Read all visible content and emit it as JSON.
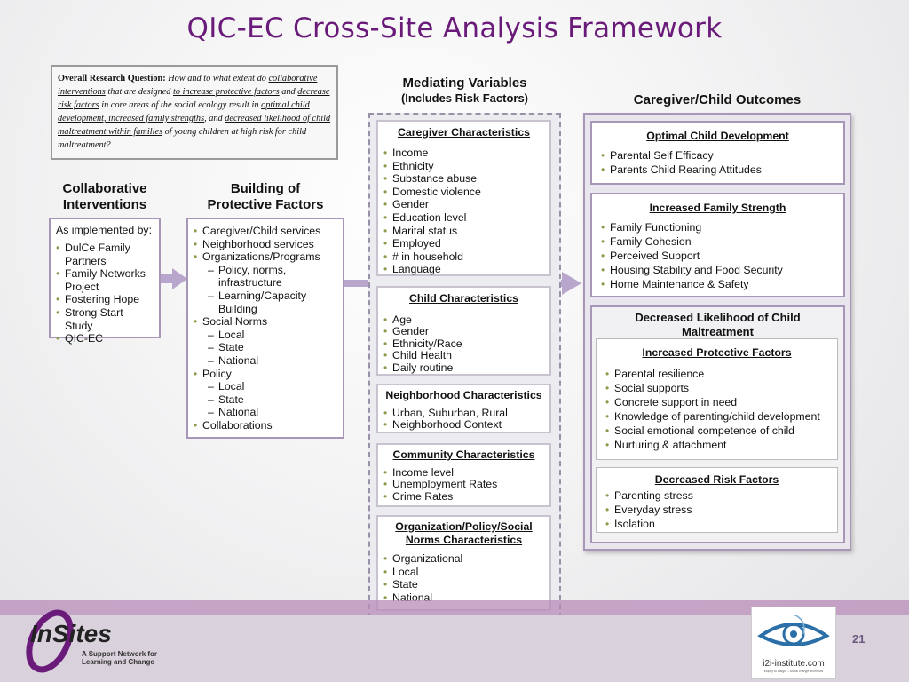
{
  "title": "QIC-EC Cross-Site Analysis Framework",
  "research_question": {
    "label": "Overall Research Question:",
    "seg1": "How and to what extent do",
    "seg2": "collaborative interventions",
    "seg3": "that are designed",
    "seg4": "to increase protective factors",
    "seg5": "and",
    "seg6": "decrease risk factors",
    "seg7": "in core areas of the social ecology result in",
    "seg8": "optimal child development, increased family strengths",
    "seg9": ", and",
    "seg10": "decreased likelihood of child maltreatment within families",
    "seg11": "of young children at high risk for child maltreatment?"
  },
  "collab": {
    "heading_line1": "Collaborative",
    "heading_line2": "Interventions",
    "intro": "As implemented by:",
    "items": [
      "DulCe Family Partners",
      "Family Networks Project",
      "Fostering Hope",
      "Strong Start Study",
      "QIC-EC"
    ]
  },
  "protective": {
    "heading_line1": "Building of",
    "heading_line2": "Protective Factors",
    "items": [
      {
        "t": "Caregiver/Child services",
        "k": "b"
      },
      {
        "t": "Neighborhood services",
        "k": "b"
      },
      {
        "t": "Organizations/Programs",
        "k": "b"
      },
      {
        "t": "Policy, norms, infrastructure",
        "k": "d"
      },
      {
        "t": "Learning/Capacity Building",
        "k": "d"
      },
      {
        "t": "Social Norms",
        "k": "b"
      },
      {
        "t": "Local",
        "k": "d"
      },
      {
        "t": "State",
        "k": "d"
      },
      {
        "t": "National",
        "k": "d"
      },
      {
        "t": "Policy",
        "k": "b"
      },
      {
        "t": "Local",
        "k": "d"
      },
      {
        "t": "State",
        "k": "d"
      },
      {
        "t": "National",
        "k": "d"
      },
      {
        "t": "Collaborations",
        "k": "b"
      }
    ]
  },
  "mediating": {
    "heading_line1": "Mediating Variables",
    "heading_line2": "(Includes Risk Factors)",
    "caregiver": {
      "title": "Caregiver Characteristics",
      "items": [
        "Income",
        "Ethnicity",
        "Substance abuse",
        "Domestic violence",
        "Gender",
        "Education level",
        "Marital status",
        "Employed",
        "# in household",
        "Language"
      ]
    },
    "child": {
      "title": "Child Characteristics",
      "items": [
        "Age",
        "Gender",
        "Ethnicity/Race",
        "Child Health",
        "Daily routine"
      ]
    },
    "neighborhood": {
      "title": "Neighborhood Characteristics",
      "items": [
        "Urban, Suburban, Rural",
        "Neighborhood Context"
      ]
    },
    "community": {
      "title": "Community Characteristics",
      "items": [
        "Income level",
        "Unemployment Rates",
        "Crime Rates"
      ]
    },
    "org": {
      "title_line1": "Organization/Policy/Social",
      "title_line2": "Norms Characteristics",
      "items": [
        "Organizational",
        "Local",
        "State",
        "National"
      ]
    }
  },
  "outcomes": {
    "heading": "Caregiver/Child Outcomes",
    "optimal": {
      "title": "Optimal Child Development",
      "items": [
        "Parental Self Efficacy",
        "Parents Child Rearing Attitudes"
      ]
    },
    "family": {
      "title": "Increased Family Strength",
      "items": [
        "Family Functioning",
        "Family Cohesion",
        "Perceived Support",
        "Housing Stability and Food Security",
        "Home Maintenance & Safety"
      ]
    },
    "maltreatment": {
      "title_line1": "Decreased Likelihood of Child",
      "title_line2": "Maltreatment",
      "protective": {
        "title": "Increased Protective Factors",
        "items": [
          "Parental resilience",
          "Social supports",
          "Concrete support in need",
          "Knowledge of parenting/child development",
          "Social emotional competence of child",
          "Nurturing & attachment"
        ]
      },
      "risk": {
        "title": "Decreased Risk Factors",
        "items": [
          "Parenting stress",
          "Everyday stress",
          "Isolation"
        ]
      }
    }
  },
  "footer": {
    "logo_main": "InSites",
    "logo_sub1": "A Support Network for",
    "logo_sub2": "Learning and Change",
    "partner_url": "i2i-institute.com",
    "partner_tag": "inquiry to insight – social change architects",
    "page_number": "21"
  },
  "colors": {
    "title": "#6a1b7a",
    "frame": "#a796b8",
    "arrow": "#b9a6cc",
    "bullet": "#8a9c4c"
  }
}
